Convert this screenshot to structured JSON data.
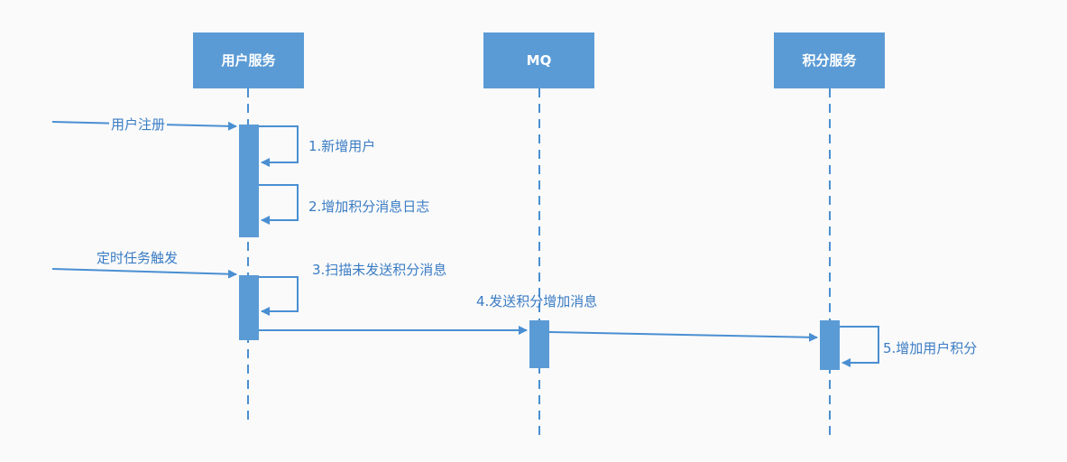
{
  "participants": [
    {
      "label": "用户服务"
    },
    {
      "label": "MQ"
    },
    {
      "label": "积分服务"
    }
  ],
  "messages": {
    "register": "用户注册",
    "add_user": "1.新增用户",
    "add_log": "2.增加积分消息日志",
    "trigger": "定时任务触发",
    "scan": "3.扫描未发送积分消息",
    "send": "4.发送积分增加消息",
    "add_points": "5.增加用户积分"
  },
  "colors": {
    "box": "#5b9bd5",
    "line": "#4a8fd2",
    "text": "#3a7cc4"
  }
}
